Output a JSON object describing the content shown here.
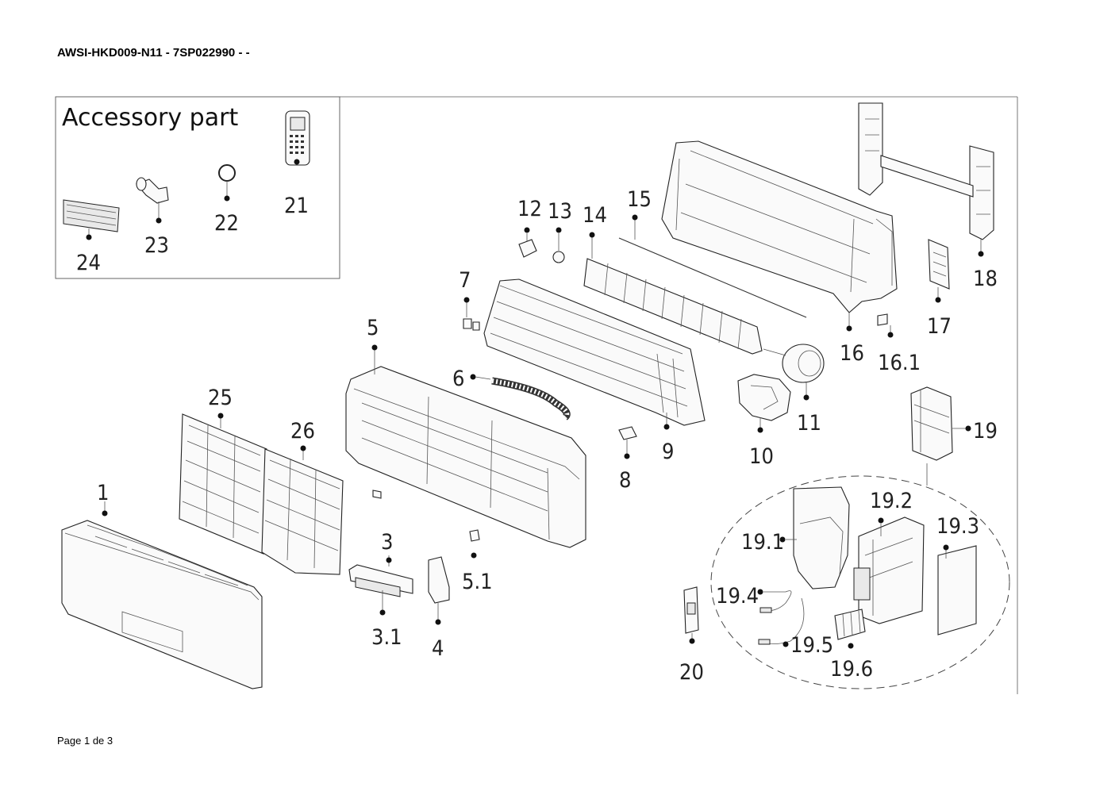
{
  "header": {
    "title": "AWSI-HKD009-N11 - 7SP022990 -  -"
  },
  "footer": {
    "page": "Page 1 de 3"
  },
  "accessory": {
    "title": "Accessory part"
  },
  "callouts": {
    "c1": "1",
    "c3": "3",
    "c3_1": "3.1",
    "c4": "4",
    "c5": "5",
    "c5_1": "5.1",
    "c6": "6",
    "c7": "7",
    "c8": "8",
    "c9": "9",
    "c10": "10",
    "c11": "11",
    "c12": "12",
    "c13": "13",
    "c14": "14",
    "c15": "15",
    "c16": "16",
    "c16_1": "16.1",
    "c17": "17",
    "c18": "18",
    "c19": "19",
    "c19_1": "19.1",
    "c19_2": "19.2",
    "c19_3": "19.3",
    "c19_4": "19.4",
    "c19_5": "19.5",
    "c19_6": "19.6",
    "c20": "20",
    "c21": "21",
    "c22": "22",
    "c23": "23",
    "c24": "24",
    "c25": "25",
    "c26": "26"
  }
}
